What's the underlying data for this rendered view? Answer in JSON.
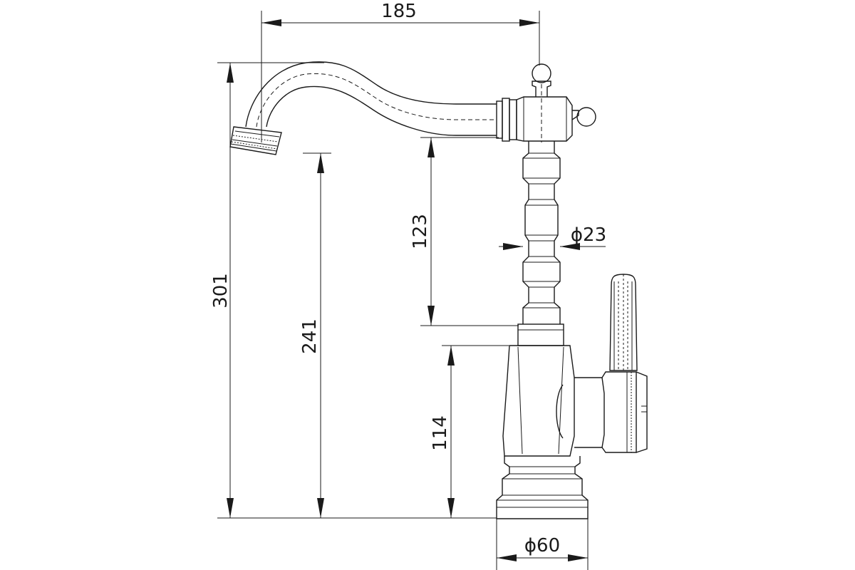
{
  "drawing": {
    "dimensions": {
      "spout_reach": "185",
      "total_height": "301",
      "spout_outlet_height": "241",
      "swivel_height": "123",
      "body_height": "114",
      "column_diameter": "ϕ23",
      "base_diameter": "ϕ60"
    }
  }
}
